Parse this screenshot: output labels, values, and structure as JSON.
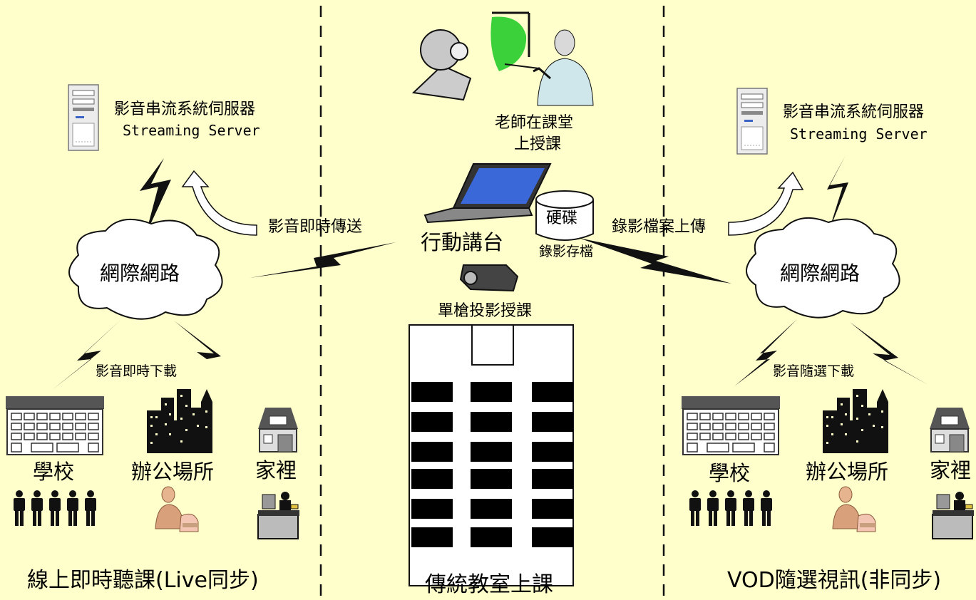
{
  "left": {
    "server_label": "影音串流系統伺服器",
    "server_sub": "Streaming Server",
    "cloud_label": "網際網路",
    "push_label": "影音即時傳送",
    "download_label": "影音即時下載",
    "school_label": "學校",
    "office_label": "辦公場所",
    "home_label": "家裡",
    "footer": "線上即時聽課(Live同步)"
  },
  "center": {
    "teacher_label_1": "老師在課堂",
    "teacher_label_2": "上授課",
    "podium_label": "行動講台",
    "disk_label": "硬碟",
    "disk_sub": "錄影存檔",
    "projector_label": "單槍投影授課",
    "footer": "傳統教室上課"
  },
  "right": {
    "server_label": "影音串流系統伺服器",
    "server_sub": "Streaming Server",
    "upload_label": "錄影檔案上傳",
    "cloud_label": "網際網路",
    "download_label": "影音隨選下載",
    "school_label": "學校",
    "office_label": "辦公場所",
    "home_label": "家裡",
    "footer": "VOD隨選視訊(非同步)"
  }
}
